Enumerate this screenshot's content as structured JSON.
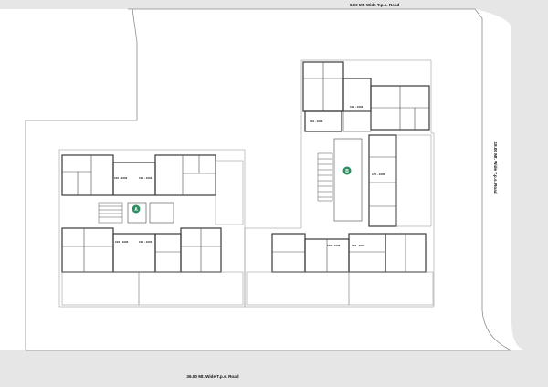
{
  "roads": {
    "top": "9.00 Mt. Wide T.p.s. Road",
    "right": "18.00 Mt. Wide T.p.s. Road",
    "bottom": "36.00 Mt. Wide T.p.s. Road"
  },
  "wings": {
    "a": "A",
    "b": "B"
  },
  "flat_tags": {
    "a_top_left": "102 - 1002",
    "a_top_right": "104 - 1004",
    "a_bot_left": "103 - 1003",
    "a_bot_right": "101 - 1001",
    "b_top": "103 - 1003",
    "b_top_right": "104 - 1004",
    "b_mid_right": "105 - 1005",
    "b_bot_left": "106 - 1006",
    "b_bot_right": "107 - 1007"
  }
}
